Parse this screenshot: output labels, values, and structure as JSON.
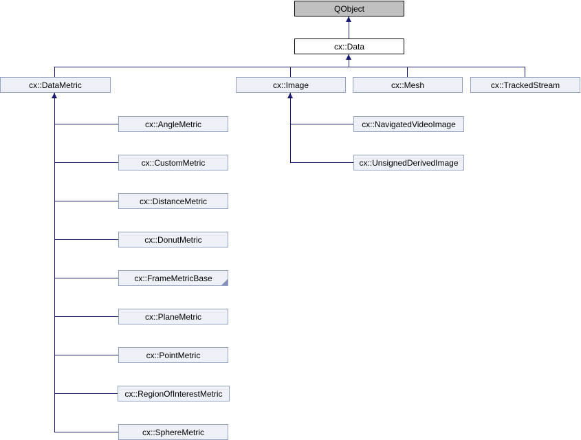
{
  "diagram": {
    "type": "class-inheritance-graph",
    "nodes": {
      "qobject": {
        "label": "QObject",
        "style": "external-root"
      },
      "data": {
        "label": "cx::Data",
        "style": "focus"
      },
      "datametric": {
        "label": "cx::DataMetric"
      },
      "image": {
        "label": "cx::Image"
      },
      "mesh": {
        "label": "cx::Mesh"
      },
      "trackedstream": {
        "label": "cx::TrackedStream"
      },
      "anglemetric": {
        "label": "cx::AngleMetric"
      },
      "custommetric": {
        "label": "cx::CustomMetric"
      },
      "distancemetric": {
        "label": "cx::DistanceMetric"
      },
      "donutmetric": {
        "label": "cx::DonutMetric"
      },
      "framemetricbase": {
        "label": "cx::FrameMetricBase",
        "has_hidden_derived_marker": true
      },
      "planemetric": {
        "label": "cx::PlaneMetric"
      },
      "pointmetric": {
        "label": "cx::PointMetric"
      },
      "regionofinterestmetric": {
        "label": "cx::RegionOfInterestMetric"
      },
      "spheremetric": {
        "label": "cx::SphereMetric"
      },
      "navigatedvideoimage": {
        "label": "cx::NavigatedVideoImage"
      },
      "unsignedderivedimage": {
        "label": "cx::UnsignedDerivedImage"
      }
    },
    "edges": [
      {
        "child": "cx::Data",
        "parent": "QObject"
      },
      {
        "child": "cx::DataMetric",
        "parent": "cx::Data"
      },
      {
        "child": "cx::Image",
        "parent": "cx::Data"
      },
      {
        "child": "cx::Mesh",
        "parent": "cx::Data"
      },
      {
        "child": "cx::TrackedStream",
        "parent": "cx::Data"
      },
      {
        "child": "cx::AngleMetric",
        "parent": "cx::DataMetric"
      },
      {
        "child": "cx::CustomMetric",
        "parent": "cx::DataMetric"
      },
      {
        "child": "cx::DistanceMetric",
        "parent": "cx::DataMetric"
      },
      {
        "child": "cx::DonutMetric",
        "parent": "cx::DataMetric"
      },
      {
        "child": "cx::FrameMetricBase",
        "parent": "cx::DataMetric"
      },
      {
        "child": "cx::PlaneMetric",
        "parent": "cx::DataMetric"
      },
      {
        "child": "cx::PointMetric",
        "parent": "cx::DataMetric"
      },
      {
        "child": "cx::RegionOfInterestMetric",
        "parent": "cx::DataMetric"
      },
      {
        "child": "cx::SphereMetric",
        "parent": "cx::DataMetric"
      },
      {
        "child": "cx::NavigatedVideoImage",
        "parent": "cx::Image"
      },
      {
        "child": "cx::UnsignedDerivedImage",
        "parent": "cx::Image"
      }
    ],
    "colors": {
      "edge": "#191970",
      "node_fill": "#edf0f7",
      "node_border": "#95a1c4",
      "root_fill": "#c0c0c0",
      "root_border": "#000000",
      "focus_fill": "#ffffff",
      "focus_border": "#000000",
      "corner": "#8391b8"
    }
  }
}
